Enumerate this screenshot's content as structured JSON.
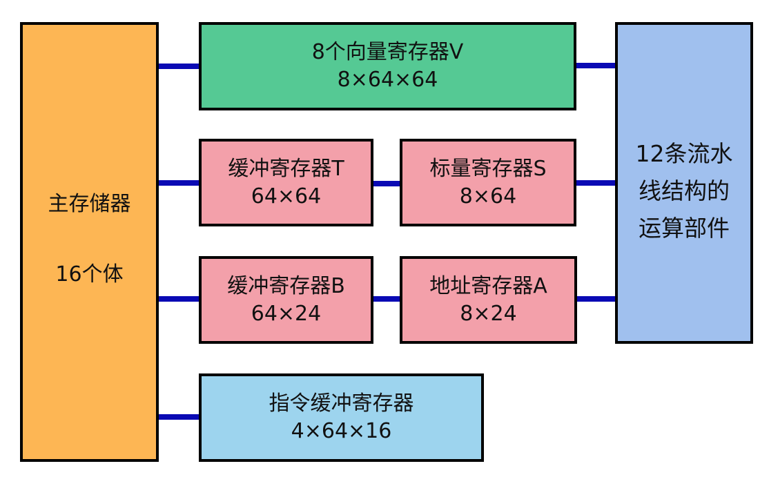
{
  "colors": {
    "main_memory": "#FDB654",
    "vector_register": "#55C994",
    "buffer_scalar_address": "#F3A0AA",
    "pipeline_unit": "#A0C0EE",
    "instruction_buffer": "#9DD4EE",
    "connector": "#0A0AB4",
    "border": "#000000"
  },
  "main_memory": {
    "title": "主存储器",
    "subtitle": "16个体"
  },
  "vector_register": {
    "name": "8个向量寄存器V",
    "size": "8×64×64"
  },
  "buffer_t": {
    "name": "缓冲寄存器T",
    "size": "64×64"
  },
  "scalar_register": {
    "name": "标量寄存器S",
    "size": "8×64"
  },
  "buffer_b": {
    "name": "缓冲寄存器B",
    "size": "64×24"
  },
  "address_register": {
    "name": "地址寄存器A",
    "size": "8×24"
  },
  "pipeline_unit": {
    "lines": [
      "12条流水",
      "线结构的",
      "运算部件"
    ]
  },
  "instruction_buffer": {
    "name": "指令缓冲寄存器",
    "size": "4×64×16"
  }
}
